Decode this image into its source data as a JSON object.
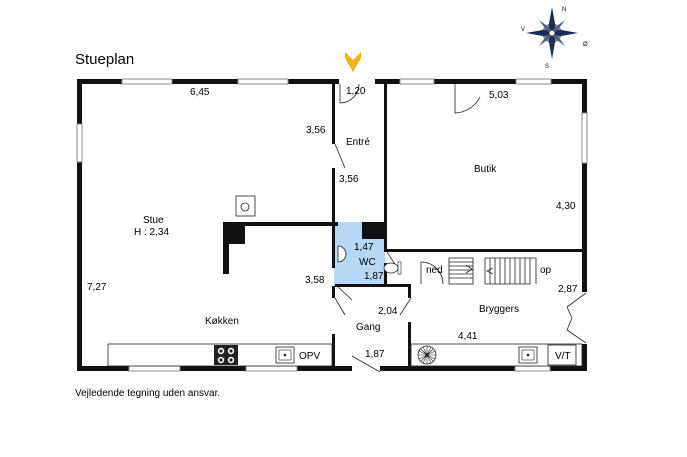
{
  "title": "Stueplan",
  "footer_note": "Vejledende tegning uden ansvar.",
  "compass": {
    "north": "N",
    "south": "S",
    "east": "Ø",
    "west": "V"
  },
  "colors": {
    "wall": "#111111",
    "wc_fill": "#b7d7f7",
    "entry_arrow": "#f0b214",
    "window": "#9a9a9a"
  },
  "rooms": {
    "stue": {
      "name": "Stue",
      "height": "H : 2,34"
    },
    "entre": "Entré",
    "butik": "Butik",
    "wc": "WC",
    "koekken": "Køkken",
    "gang": "Gang",
    "bryggers": "Bryggers"
  },
  "dimensions": {
    "stue_width": "6,45",
    "entre_width": "1,20",
    "butik_width": "5,03",
    "entre_depth": "3,56",
    "entre_lower": "3,56",
    "butik_depth": "4,30",
    "wc_top": "1,47",
    "wc_bottom": "1,87",
    "koekken_right": "3,58",
    "stue_depth": "7,27",
    "bryggers_right": "2,87",
    "gang_depth": "2,04",
    "bryggers_width": "4,41",
    "gang_width": "1,87"
  },
  "labels": {
    "opv": "OPV",
    "vt": "V/T",
    "ned": "ned",
    "op": "op"
  }
}
